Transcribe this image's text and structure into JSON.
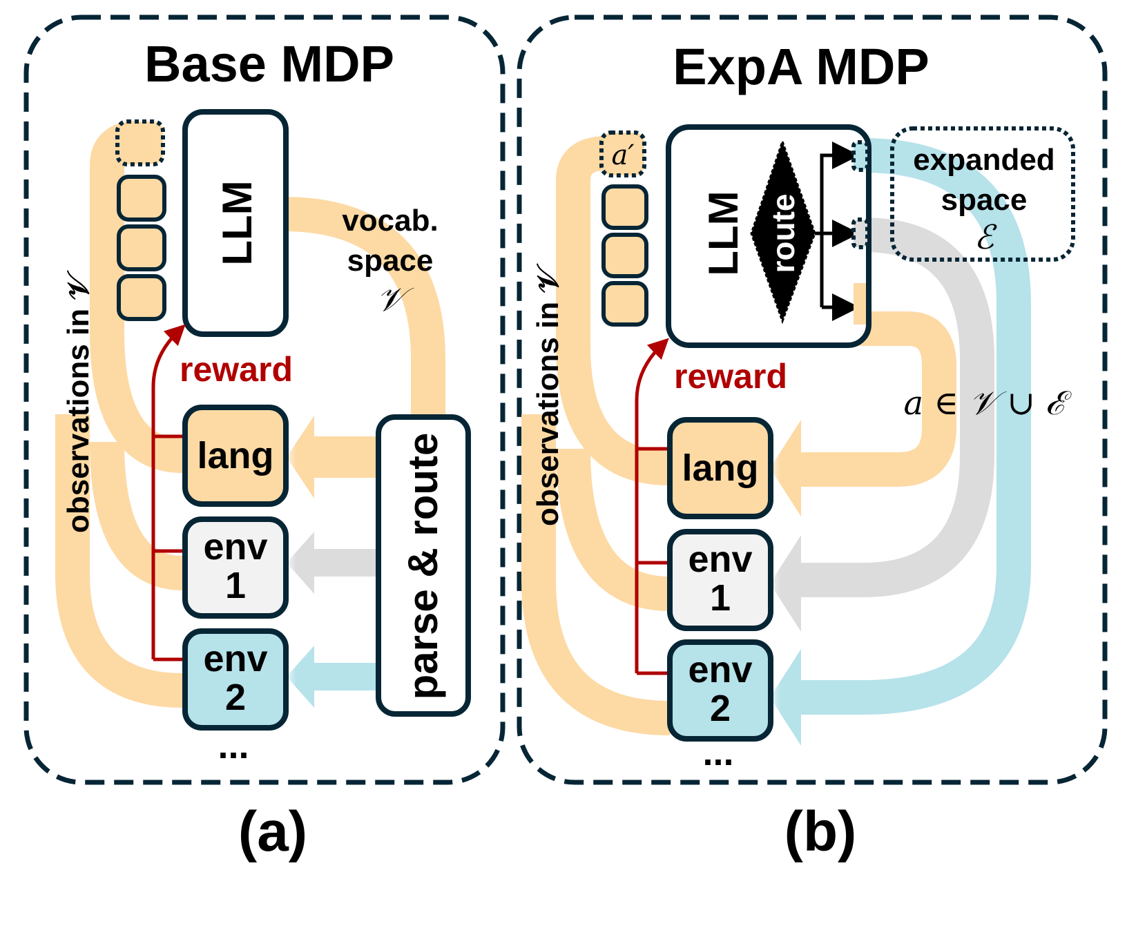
{
  "colors": {
    "border": "#062535",
    "lang": "#fdd9a4",
    "env1": "#f2f2f2",
    "env2": "#b6e2ea",
    "reward": "#b00000",
    "flow_gray": "#dcdcdc"
  },
  "panel_a": {
    "title": "Base MDP",
    "llm_label": "LLM",
    "observations_label": "observations in 𝒱",
    "vocab_label_1": "vocab.",
    "vocab_label_2": "space",
    "vocab_symbol": "𝒱",
    "reward_label": "reward",
    "router_label": "parse & route",
    "boxes": [
      {
        "line1": "lang",
        "line2": ""
      },
      {
        "line1": "env",
        "line2": "1"
      },
      {
        "line1": "env",
        "line2": "2"
      }
    ],
    "ellipsis": "...",
    "caption": "(a)"
  },
  "panel_b": {
    "title": "ExpA MDP",
    "llm_label": "LLM",
    "route_label": "route",
    "token_label": "a′",
    "observations_label": "observations in 𝒱",
    "expanded_label_1": "expanded",
    "expanded_label_2": "space",
    "expanded_symbol": "ℰ",
    "action_label": "a ∈ 𝒱 ∪ ℰ",
    "reward_label": "reward",
    "boxes": [
      {
        "line1": "lang",
        "line2": ""
      },
      {
        "line1": "env",
        "line2": "1"
      },
      {
        "line1": "env",
        "line2": "2"
      }
    ],
    "ellipsis": "...",
    "caption": "(b)"
  }
}
